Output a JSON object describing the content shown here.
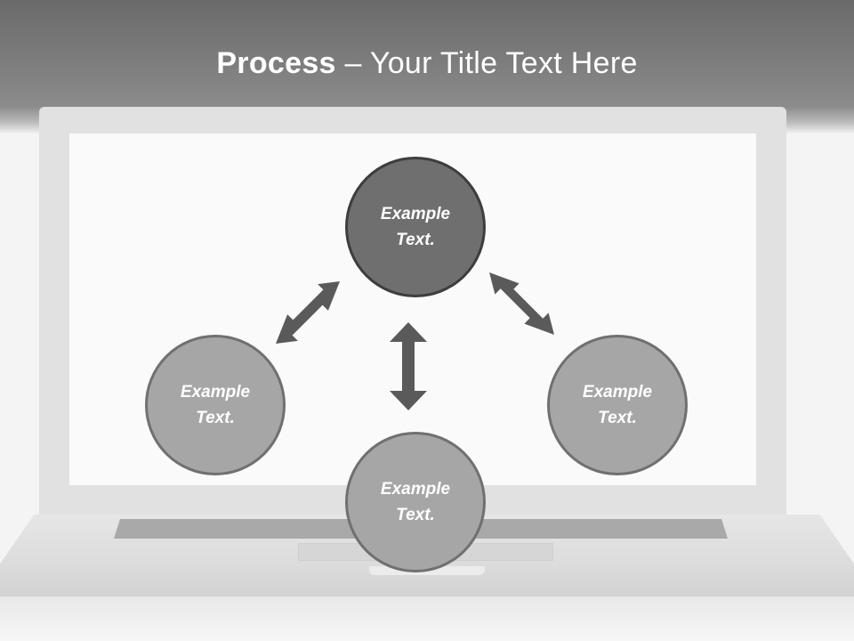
{
  "title": {
    "bold": "Process",
    "rest": " – Your Title Text Here"
  },
  "diagram": {
    "nodes": [
      {
        "id": "top",
        "label": "Example\nText."
      },
      {
        "id": "left",
        "label": "Example\nText."
      },
      {
        "id": "bottom",
        "label": "Example\nText."
      },
      {
        "id": "right",
        "label": "Example\nText."
      }
    ],
    "connections": [
      {
        "from": "top",
        "to": "left",
        "style": "double-arrow"
      },
      {
        "from": "top",
        "to": "bottom",
        "style": "double-arrow"
      },
      {
        "from": "top",
        "to": "right",
        "style": "double-arrow"
      }
    ],
    "colors": {
      "top_node_fill": "#6f6f6f",
      "top_node_stroke": "#3d3d3d",
      "side_node_fill": "#a6a6a6",
      "side_node_stroke": "#707070",
      "arrow": "#5a5a5a",
      "title_text": "#ffffff"
    }
  }
}
